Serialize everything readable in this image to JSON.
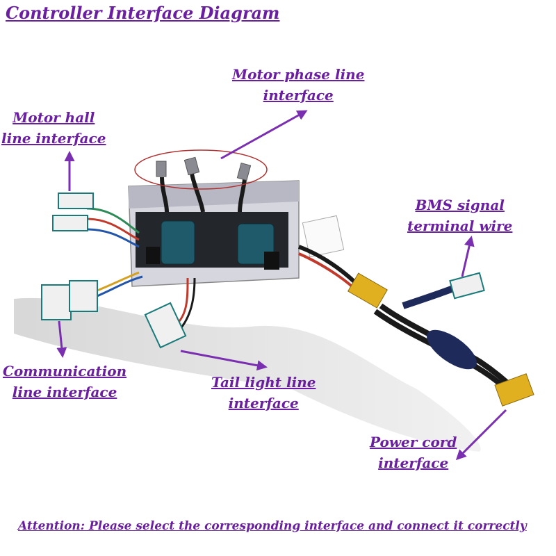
{
  "title": "Controller Interface Diagram",
  "labels": {
    "motor_phase": [
      "Motor phase line",
      "interface"
    ],
    "motor_hall": [
      "Motor hall",
      "line interface"
    ],
    "bms": [
      "BMS signal",
      "terminal wire"
    ],
    "communication": [
      "Communication",
      "line interface"
    ],
    "tail_light": [
      "Tail light line",
      "interface"
    ],
    "power": [
      "Power cord",
      "interface"
    ]
  },
  "attention": "Attention: Please select the corresponding interface and connect it correctly",
  "colors": {
    "label": "#6a1fa0",
    "arrow": "#7a2fb0",
    "highlight_ellipse": "#b03030",
    "controller_body": "#c8c8d0",
    "capacitor": "#1f5a6a",
    "connector_yellow": "#e0b020",
    "wire_black": "#1a1a1a",
    "connector_white": "#f0f0f0"
  }
}
